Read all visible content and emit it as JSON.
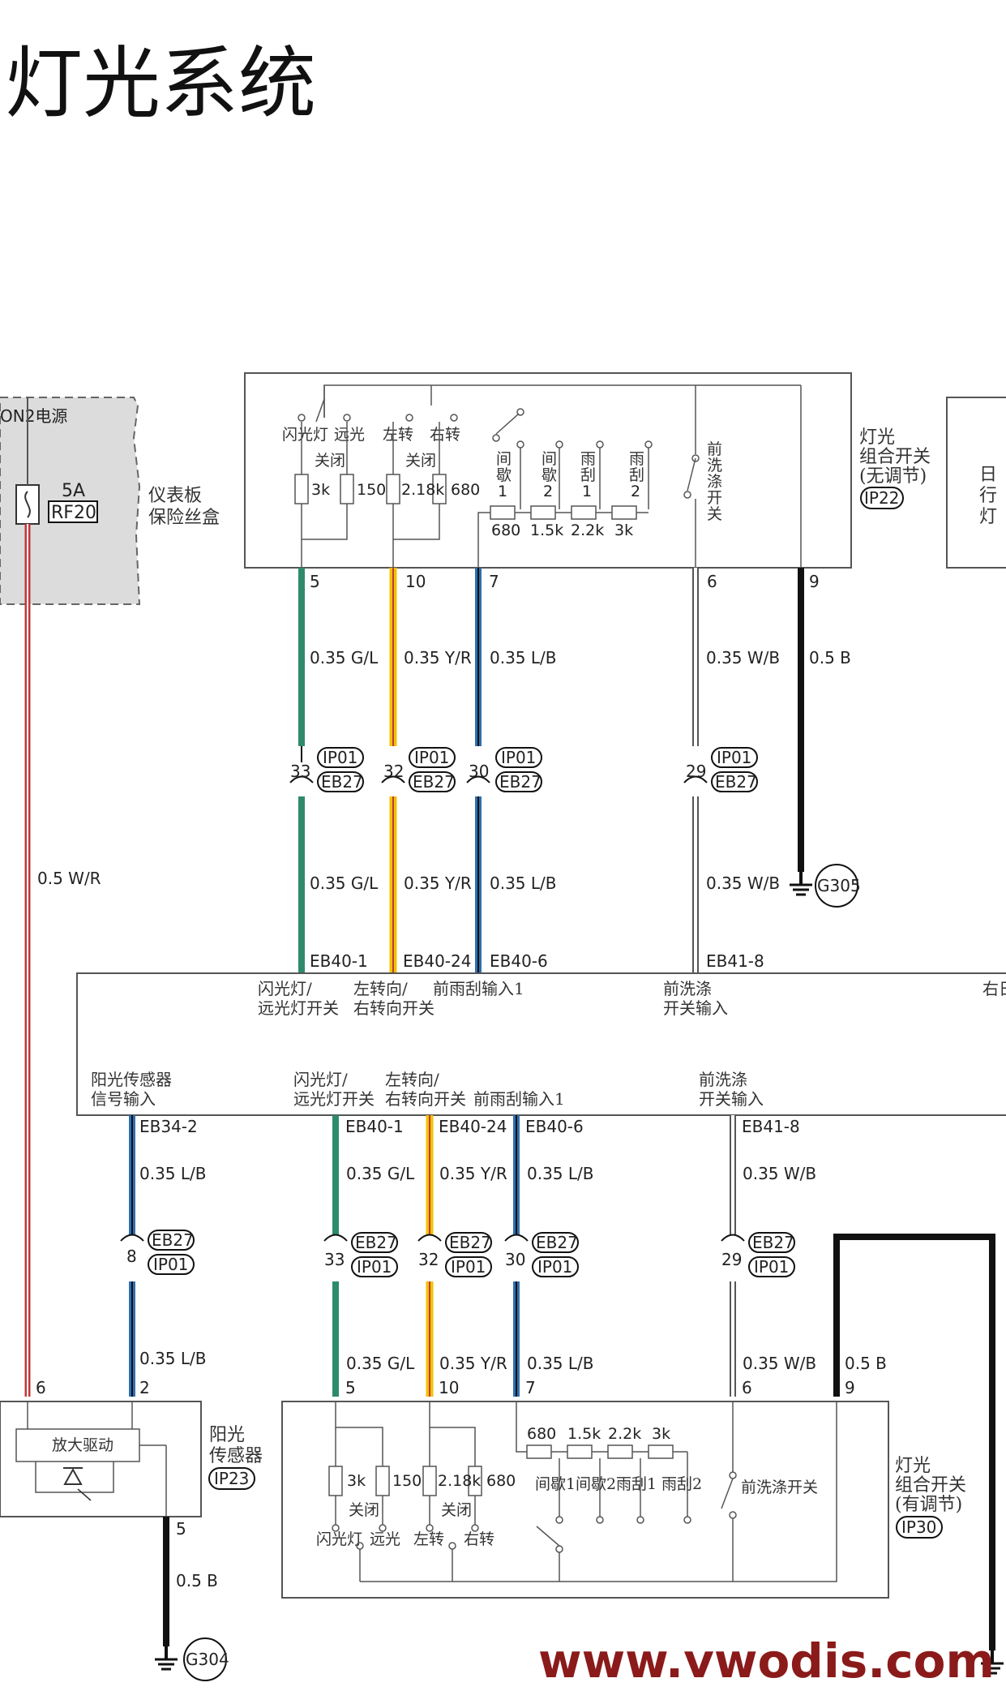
{
  "page_title": "灯光系统",
  "watermark": "www.vwodis.com",
  "fusebox": {
    "power_label": "ON2电源",
    "fuse_rating": "5A",
    "fuse_id": "RF20",
    "name_line1": "仪表板",
    "name_line2": "保险丝盒",
    "wire": "0.5 W/R"
  },
  "top_switch": {
    "name_line1": "灯光",
    "name_line2": "组合开关",
    "name_line3": "(无调节)",
    "connector": "IP22",
    "labels": {
      "flash": "闪光灯",
      "high": "远光",
      "off1": "关闭",
      "left": "左转",
      "off2": "关闭",
      "right": "右转",
      "int1a": "间",
      "int1b": "歇",
      "int1c": "1",
      "int2a": "间",
      "int2b": "歇",
      "int2c": "2",
      "wip1a": "雨",
      "wip1b": "刮",
      "wip1c": "1",
      "wip2a": "雨",
      "wip2b": "刮",
      "wip2c": "2",
      "wash1": "前",
      "wash2": "洗",
      "wash3": "涤",
      "wash4": "开",
      "wash5": "关"
    },
    "resistors": [
      "3k",
      "150",
      "2.18k",
      "680",
      "680",
      "1.5k",
      "2.2k",
      "3k"
    ],
    "pins": [
      "5",
      "10",
      "7",
      "6",
      "9"
    ]
  },
  "right_partial_box": {
    "line1": "日",
    "line2": "行",
    "line3": "灯"
  },
  "upper_wires": {
    "w5": "0.35 G/L",
    "w10": "0.35 Y/R",
    "w7": "0.35 L/B",
    "w6": "0.35 W/B",
    "w9": "0.5 B"
  },
  "upper_connectors": {
    "pin33": "33",
    "pin32": "32",
    "pin30": "30",
    "pin29": "29",
    "ip01": "IP01",
    "eb27": "EB27"
  },
  "ground_top": "G305",
  "bcm": {
    "top_pins": [
      "EB40-1",
      "EB40-24",
      "EB40-6",
      "EB41-8"
    ],
    "top_label1a": "闪光灯/",
    "top_label1b": "远光灯开关",
    "top_label2a": "左转向/",
    "top_label2b": "右转向开关",
    "top_label3": "前雨刮输入1",
    "top_label4a": "前洗涤",
    "top_label4b": "开关输入",
    "top_label5": "右日",
    "bottom_label0a": "阳光传感器",
    "bottom_label0b": "信号输入",
    "bottom_label1a": "闪光灯/",
    "bottom_label1b": "远光灯开关",
    "bottom_label2a": "左转向/",
    "bottom_label2b": "右转向开关",
    "bottom_label3": "前雨刮输入1",
    "bottom_label4a": "前洗涤",
    "bottom_label4b": "开关输入",
    "bottom_pins": [
      "EB34-2",
      "EB40-1",
      "EB40-24",
      "EB40-6",
      "EB41-8"
    ]
  },
  "lower_wires": {
    "w8": "0.35 L/B",
    "w33": "0.35 G/L",
    "w32": "0.35 Y/R",
    "w30": "0.35 L/B",
    "w29": "0.35 W/B",
    "w9": "0.5 B",
    "w5s": "0.5 B"
  },
  "lower_connectors": {
    "pin8": "8",
    "pin33": "33",
    "pin32": "32",
    "pin30": "30",
    "pin29": "29",
    "eb27": "EB27",
    "ip01": "IP01"
  },
  "sensor": {
    "name_line1": "阳光",
    "name_line2": "传感器",
    "connector": "IP23",
    "driver": "放大驱动",
    "pin6": "6",
    "pin2": "2",
    "pin5": "5"
  },
  "ground_bottom": "G304",
  "bottom_switch": {
    "name_line1": "灯光",
    "name_line2": "组合开关",
    "name_line3": "(有调节)",
    "connector": "IP30",
    "pins": [
      "5",
      "10",
      "7",
      "6",
      "9"
    ],
    "resistors": [
      "3k",
      "150",
      "2.18k",
      "680",
      "680",
      "1.5k",
      "2.2k",
      "3k"
    ],
    "labels": {
      "flash": "闪光灯",
      "high": "远光",
      "off1": "关闭",
      "left": "左转",
      "off2": "关闭",
      "right": "右转",
      "int1": "间歇1",
      "int2": "间歇2",
      "wip1": "雨刮1",
      "wip2": "雨刮2",
      "wash": "前洗涤开关"
    }
  },
  "colors": {
    "green": "#2e8b6a",
    "yellow": "#f2c200",
    "blue": "#2f6fb0",
    "black": "#111111",
    "red_white": "#c0393b",
    "fusebox_bg": "#dcdcdc",
    "watermark": "#8b1a1a"
  }
}
